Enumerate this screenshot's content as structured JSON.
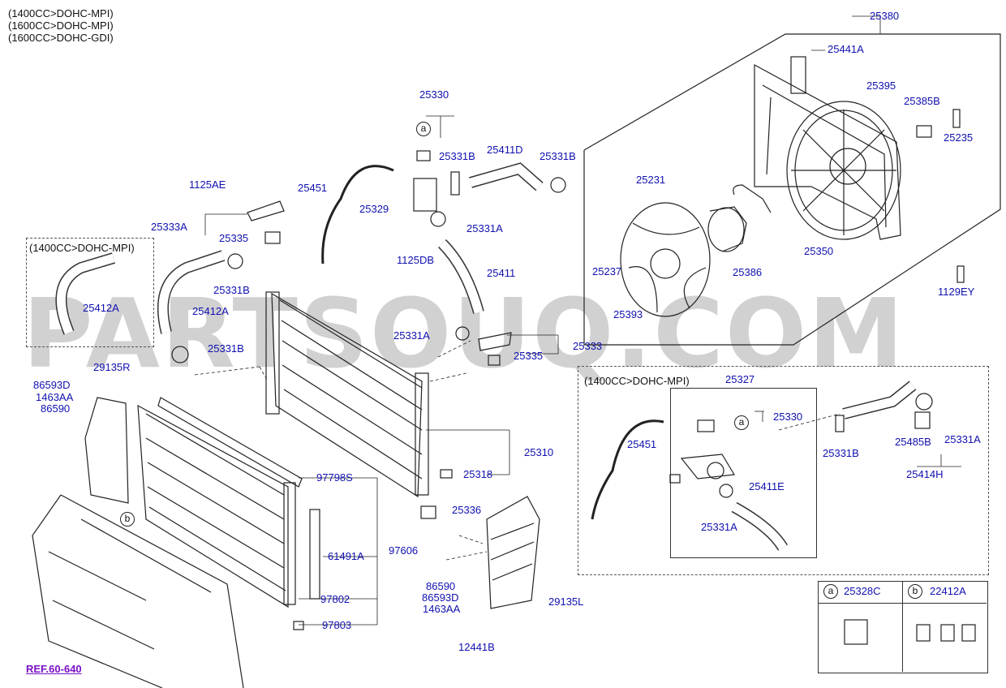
{
  "header": {
    "variants": [
      "(1400CC>DOHC-MPI)",
      "(1600CC>DOHC-MPI)",
      "(1600CC>DOHC-GDI)"
    ]
  },
  "watermark": "PARTSOUQ.COM",
  "insets": {
    "left_variant": "(1400CC>DOHC-MPI)",
    "right_variant": "(1400CC>DOHC-MPI)",
    "legend_a_letter": "a",
    "legend_b_letter": "b",
    "legend_a_part": "25328C",
    "legend_b_part": "22412A"
  },
  "ref_label": "REF.60-640",
  "callout_letters": {
    "a1": "a",
    "a2": "a",
    "b1": "b"
  },
  "parts": {
    "p25380": "25380",
    "p25441A": "25441A",
    "p25395": "25395",
    "p25385B": "25385B",
    "p25235": "25235",
    "p25330_top": "25330",
    "p25331B_a": "25331B",
    "p25411D": "25411D",
    "p25331B_b": "25331B",
    "p25451_top": "25451",
    "p25329": "25329",
    "p25331A_top": "25331A",
    "p1125DB": "1125DB",
    "p25411": "25411",
    "p1125AE": "1125AE",
    "p25333A": "25333A",
    "p25335_top": "25335",
    "p25331B_c": "25331B",
    "p25412A_left": "25412A",
    "p25412A_mid": "25412A",
    "p25331B_d": "25331B",
    "p25231": "25231",
    "p25237": "25237",
    "p25393": "25393",
    "p25386": "25386",
    "p25350": "25350",
    "p1129EY": "1129EY",
    "p25331A_mid": "25331A",
    "p25333": "25333",
    "p25335_mid": "25335",
    "p29135R": "29135R",
    "p86593D_a": "86593D",
    "p1463AA_a": "1463AA",
    "p86590_a": "86590",
    "p25310": "25310",
    "p25318": "25318",
    "p97798S": "97798S",
    "p25336": "25336",
    "p97606": "97606",
    "p61491A": "61491A",
    "p86590_b": "86590",
    "p86593D_b": "86593D",
    "p1463AA_b": "1463AA",
    "p97802": "97802",
    "p29135L": "29135L",
    "p97803": "97803",
    "p12441B": "12441B",
    "p25327": "25327",
    "p25330_r": "25330",
    "p25451_r": "25451",
    "p25331B_r": "25331B",
    "p25485B": "25485B",
    "p25331A_r1": "25331A",
    "p25414H": "25414H",
    "p25411E": "25411E",
    "p25331A_r2": "25331A"
  }
}
